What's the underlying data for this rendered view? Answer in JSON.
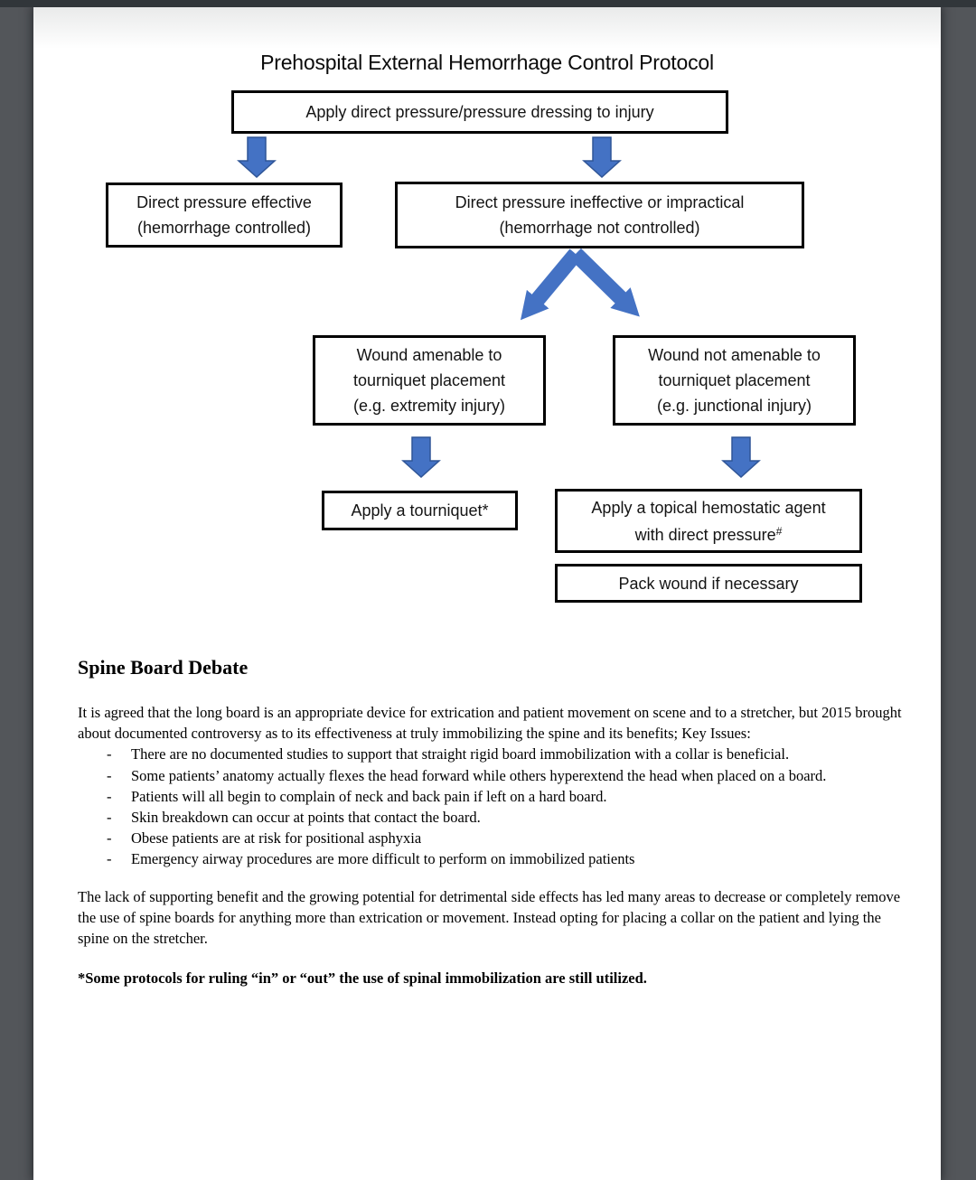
{
  "frame": {
    "top_bar_color": "#31363a",
    "gutter_color": "#53565a",
    "page_color": "#ffffff"
  },
  "flowchart": {
    "title": "Prehospital External Hemorrhage Control Protocol",
    "arrow_color": "#4472c4",
    "arrow_outline": "#2f5597",
    "box_apply": "Apply direct pressure/pressure dressing to injury",
    "box_effective_l1": "Direct pressure effective",
    "box_effective_l2": "(hemorrhage controlled)",
    "box_ineffective_l1": "Direct pressure ineffective or impractical",
    "box_ineffective_l2": "(hemorrhage not controlled)",
    "box_amenable_l1": "Wound amenable to",
    "box_amenable_l2": "tourniquet placement",
    "box_amenable_l3": "(e.g. extremity injury)",
    "box_not_amenable_l1": "Wound not amenable to",
    "box_not_amenable_l2": "tourniquet placement",
    "box_not_amenable_l3": "(e.g. junctional injury)",
    "box_tourniquet": "Apply a tourniquet*",
    "box_hemostatic_l1": "Apply a topical hemostatic agent",
    "box_hemostatic_l2": "with direct pressure",
    "box_hemostatic_sup": "#",
    "box_pack": "Pack wound if necessary"
  },
  "article": {
    "heading": "Spine Board Debate",
    "intro": "It is agreed that the long board is an appropriate device for extrication and patient movement on scene and to a stretcher, but 2015 brought about documented controversy as to its effectiveness at truly immobilizing the spine and its benefits; Key Issues:",
    "bullet_marker": "-",
    "bullets": [
      "There are no documented studies to support that straight rigid board immobilization with a collar is beneficial.",
      "Some patients’ anatomy actually flexes the head forward while others hyperextend the head when placed on a board.",
      "Patients will all begin to complain of neck and back pain if left on a hard board.",
      "Skin breakdown can occur at points that contact the board.",
      "Obese patients are at risk for positional asphyxia",
      "Emergency airway procedures are more difficult to perform on immobilized patients"
    ],
    "closing": "The lack of supporting benefit and the growing potential for detrimental side effects has led many areas to decrease or completely remove the use of spine boards for anything more than extrication or movement. Instead opting for placing a collar on the patient and lying the spine on the stretcher.",
    "footnote": "*Some protocols for ruling “in” or “out” the use of spinal immobilization are still utilized."
  }
}
